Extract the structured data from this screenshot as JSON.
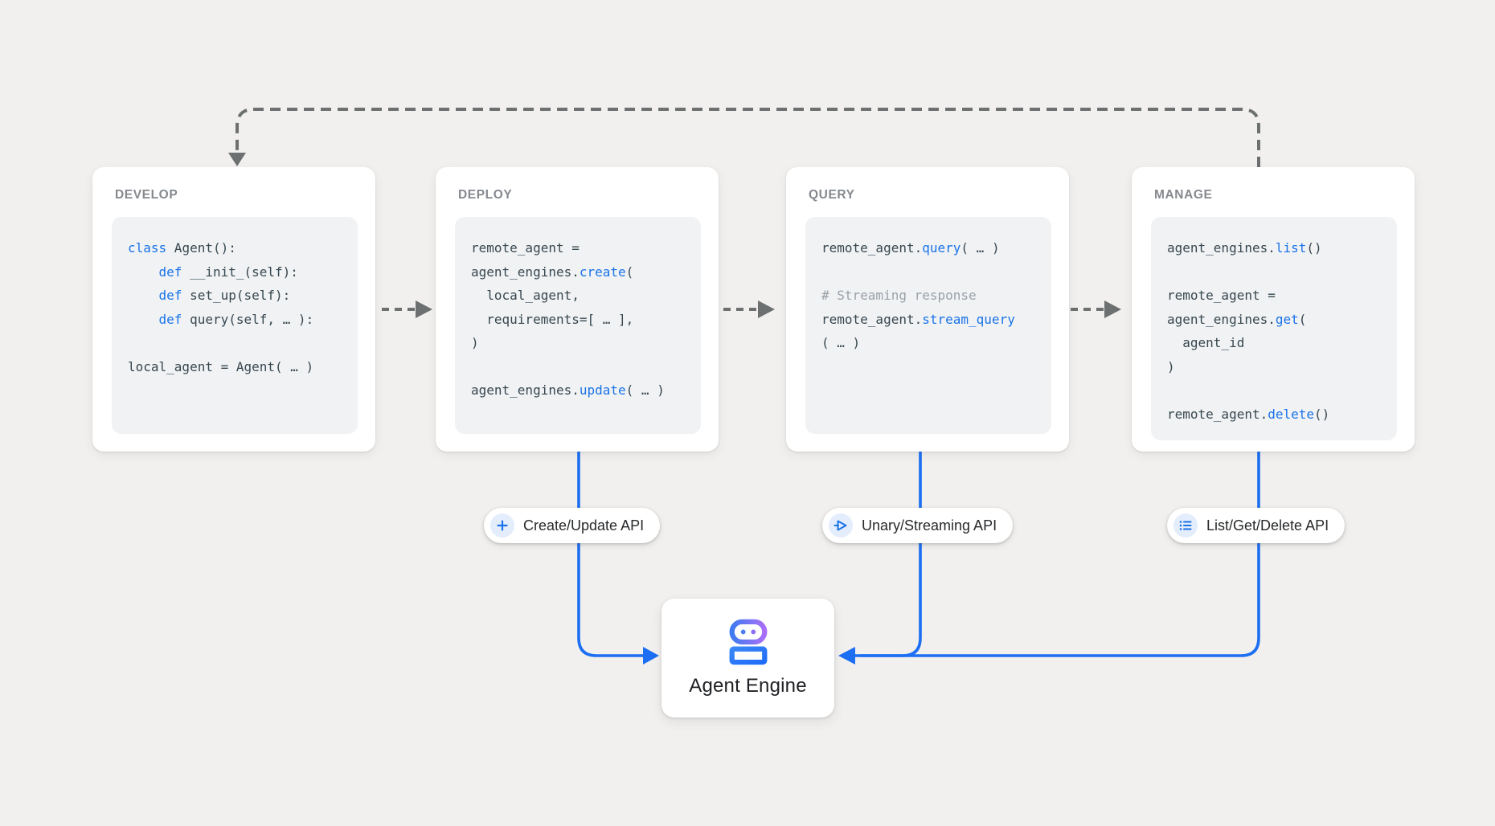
{
  "colors": {
    "background": "#f2f0ee",
    "accent_blue": "#1a73e8",
    "connector_blue": "#1c6ef2",
    "dash_grey": "#6d7070",
    "code_text": "#37474f",
    "comment_grey": "#9aa2a9",
    "title_grey": "#85898e"
  },
  "cards": [
    {
      "title": "DEVELOP",
      "code": [
        [
          {
            "c": "k",
            "t": "class"
          },
          {
            "c": "p",
            "t": " Agent():"
          }
        ],
        [
          {
            "c": "p",
            "t": "    "
          },
          {
            "c": "k",
            "t": "def"
          },
          {
            "c": "p",
            "t": " __init_(self):"
          }
        ],
        [
          {
            "c": "p",
            "t": "    "
          },
          {
            "c": "k",
            "t": "def"
          },
          {
            "c": "p",
            "t": " set_up(self):"
          }
        ],
        [
          {
            "c": "p",
            "t": "    "
          },
          {
            "c": "k",
            "t": "def"
          },
          {
            "c": "p",
            "t": " query(self, … ):"
          }
        ],
        [],
        [
          {
            "c": "p",
            "t": "local_agent = Agent( … )"
          }
        ]
      ]
    },
    {
      "title": "DEPLOY",
      "code": [
        [
          {
            "c": "p",
            "t": "remote_agent ="
          }
        ],
        [
          {
            "c": "p",
            "t": "agent_engines."
          },
          {
            "c": "k",
            "t": "create"
          },
          {
            "c": "p",
            "t": "("
          }
        ],
        [
          {
            "c": "p",
            "t": "  local_agent,"
          }
        ],
        [
          {
            "c": "p",
            "t": "  requirements=[ … ],"
          }
        ],
        [
          {
            "c": "p",
            "t": ")"
          }
        ],
        [],
        [
          {
            "c": "p",
            "t": "agent_engines."
          },
          {
            "c": "k",
            "t": "update"
          },
          {
            "c": "p",
            "t": "( … )"
          }
        ]
      ]
    },
    {
      "title": "QUERY",
      "code": [
        [
          {
            "c": "p",
            "t": "remote_agent."
          },
          {
            "c": "k",
            "t": "query"
          },
          {
            "c": "p",
            "t": "( … )"
          }
        ],
        [],
        [
          {
            "c": "c",
            "t": "# Streaming response"
          }
        ],
        [
          {
            "c": "p",
            "t": "remote_agent."
          },
          {
            "c": "k",
            "t": "stream_query"
          }
        ],
        [
          {
            "c": "p",
            "t": "( … )"
          }
        ]
      ]
    },
    {
      "title": "MANAGE",
      "code": [
        [
          {
            "c": "p",
            "t": "agent_engines."
          },
          {
            "c": "k",
            "t": "list"
          },
          {
            "c": "p",
            "t": "()"
          }
        ],
        [],
        [
          {
            "c": "p",
            "t": "remote_agent ="
          }
        ],
        [
          {
            "c": "p",
            "t": "agent_engines."
          },
          {
            "c": "k",
            "t": "get"
          },
          {
            "c": "p",
            "t": "("
          }
        ],
        [
          {
            "c": "p",
            "t": "  agent_id"
          }
        ],
        [
          {
            "c": "p",
            "t": ")"
          }
        ],
        [],
        [
          {
            "c": "p",
            "t": "remote_agent."
          },
          {
            "c": "k",
            "t": "delete"
          },
          {
            "c": "p",
            "t": "()"
          }
        ]
      ]
    }
  ],
  "badges": [
    {
      "icon": "plus-icon",
      "label": "Create/Update API"
    },
    {
      "icon": "send-icon",
      "label": "Unary/Streaming API"
    },
    {
      "icon": "list-icon",
      "label": "List/Get/Delete API"
    }
  ],
  "engine": {
    "label": "Agent Engine"
  }
}
